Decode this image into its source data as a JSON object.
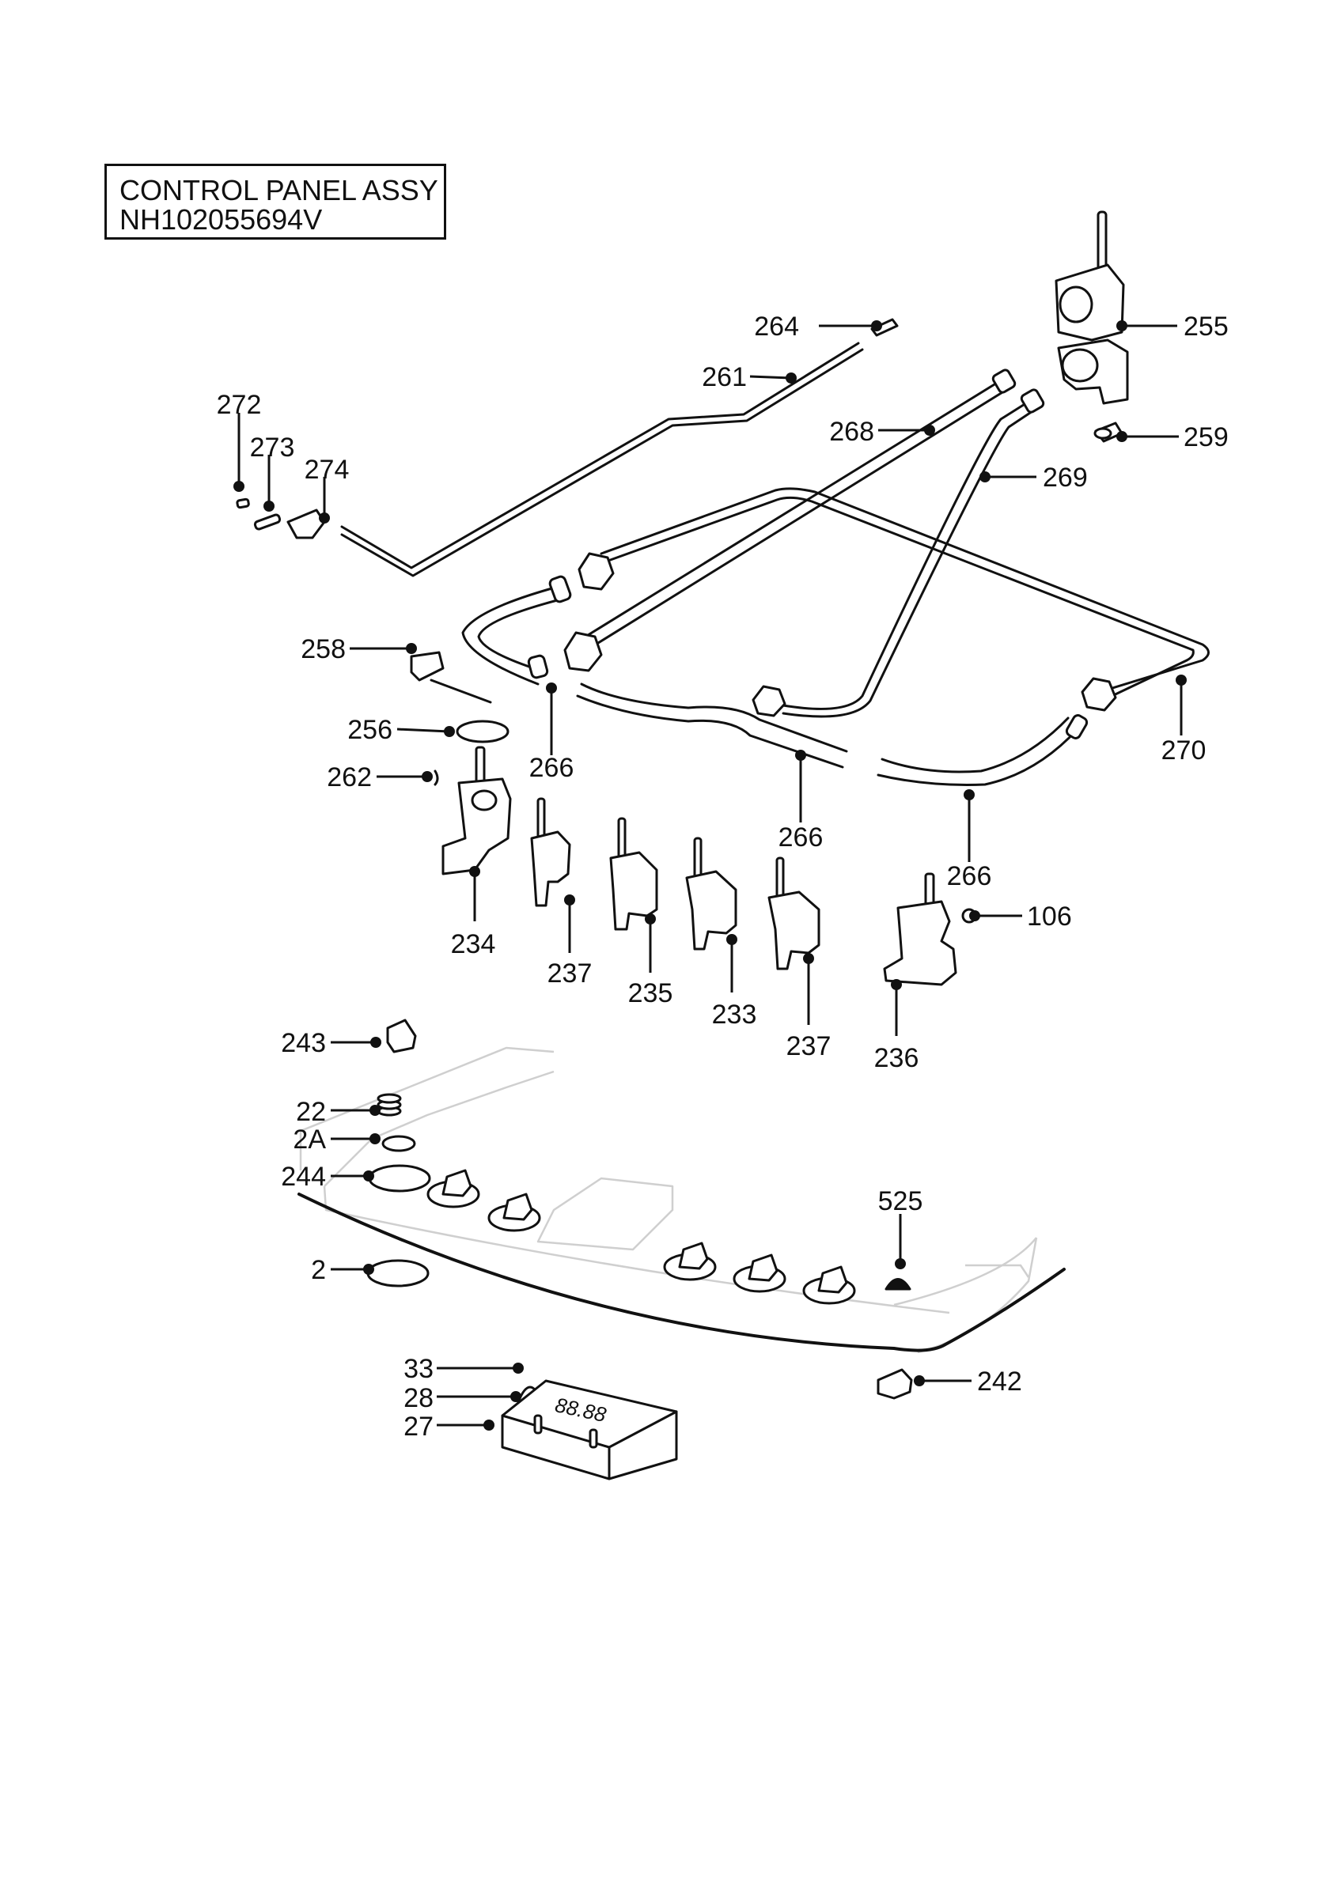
{
  "title": {
    "line1": "CONTROL PANEL ASSY",
    "line2": "NH102055694V"
  },
  "callouts": [
    "264",
    "255",
    "261",
    "272",
    "273",
    "274",
    "268",
    "259",
    "269",
    "258",
    "256",
    "266",
    "270",
    "262",
    "234",
    "237",
    "235",
    "233",
    "106",
    "243",
    "22",
    "2A",
    "244",
    "525",
    "2",
    "33",
    "28",
    "27",
    "242",
    "236"
  ],
  "display_text": "88.88"
}
